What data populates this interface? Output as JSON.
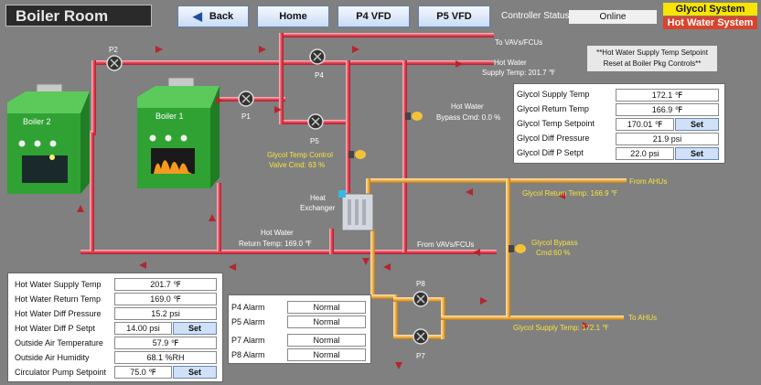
{
  "header": {
    "title": "Boiler Room",
    "nav": {
      "back": "Back",
      "home": "Home",
      "p4": "P4 VFD",
      "p5": "P5 VFD"
    },
    "controller_status_label": "Controller Status",
    "controller_status_value": "Online",
    "system_buttons": {
      "glycol": "Glycol System",
      "hot_water": "Hot Water System"
    }
  },
  "note": "**Hot Water Supply Temp Setpoint Reset at Boiler Pkg Controls**",
  "diagram": {
    "boiler2": "Boiler 2",
    "boiler1": "Boiler 1",
    "p1": "P1",
    "p2": "P2",
    "p4": "P4",
    "p5": "P5",
    "p7": "P7",
    "p8": "P8",
    "to_vavs": "To VAVs/FCUs",
    "from_vavs": "From VAVs/FCUs",
    "from_ahus": "From AHUs",
    "to_ahus": "To AHUs",
    "hw_supply_label": "Hot Water",
    "hw_supply_temp": "Supply Temp: 201.7 ℉",
    "hw_bypass_label": "Hot Water",
    "hw_bypass_cmd": "Bypass Cmd: 0.0 %",
    "glycol_valve_label": "Glycol Temp Control",
    "glycol_valve_cmd": "Valve Cmd: 63 %",
    "heat_exchanger_1": "Heat",
    "heat_exchanger_2": "Exchanger",
    "hw_return_label": "Hot Water",
    "hw_return_temp": "Return Temp: 169.0 ℉",
    "glycol_return_temp": "Glycol Return Temp: 166.9 ℉",
    "glycol_bypass_label": "Glycol Bypass",
    "glycol_bypass_cmd": "Cmd:60 %",
    "glycol_supply_temp": "Glycol Supply Temp: 172.1 ℉"
  },
  "glycol_panel": {
    "rows": [
      {
        "label": "Glycol Supply Temp",
        "value": "172.1 ℉"
      },
      {
        "label": "Glycol Return Temp",
        "value": "166.9 ℉"
      },
      {
        "label": "Glycol Temp Setpoint",
        "value": "170.01 ℉",
        "button": "Set"
      },
      {
        "label": "Glycol Diff Pressure",
        "value": "21.9 psi"
      },
      {
        "label": "Glycol Diff P Setpt",
        "value": "22.0 psi",
        "button": "Set"
      }
    ]
  },
  "hw_panel": {
    "rows": [
      {
        "label": "Hot Water Supply Temp",
        "value": "201.7 ℉"
      },
      {
        "label": "Hot Water Return Temp",
        "value": "169.0 ℉"
      },
      {
        "label": "Hot Water Diff Pressure",
        "value": "15.2 psi"
      },
      {
        "label": "Hot Water Diff P Setpt",
        "value": "14.00 psi",
        "button": "Set"
      },
      {
        "label": "Outside Air Temperature",
        "value": "57.9 ℉"
      },
      {
        "label": "Outside Air Humidity",
        "value": "68.1 %RH"
      },
      {
        "label": "Circulator Pump Setpoint",
        "value": "75.0 ℉",
        "button": "Set"
      }
    ]
  },
  "alarm_panel": {
    "rows": [
      {
        "label": "P4 Alarm",
        "value": "Normal"
      },
      {
        "label": "P5 Alarm",
        "value": "Normal"
      },
      {
        "label": "P7 Alarm",
        "value": "Normal"
      },
      {
        "label": "P8 Alarm",
        "value": "Normal"
      }
    ]
  },
  "colors": {
    "hot_pipe": "#e8475a",
    "glycol_pipe": "#f3b24a",
    "boiler": "#2fa233",
    "flow_arrow": "#b4262e",
    "glycol_btn": "#f7e500",
    "hot_btn": "#d9442c"
  }
}
